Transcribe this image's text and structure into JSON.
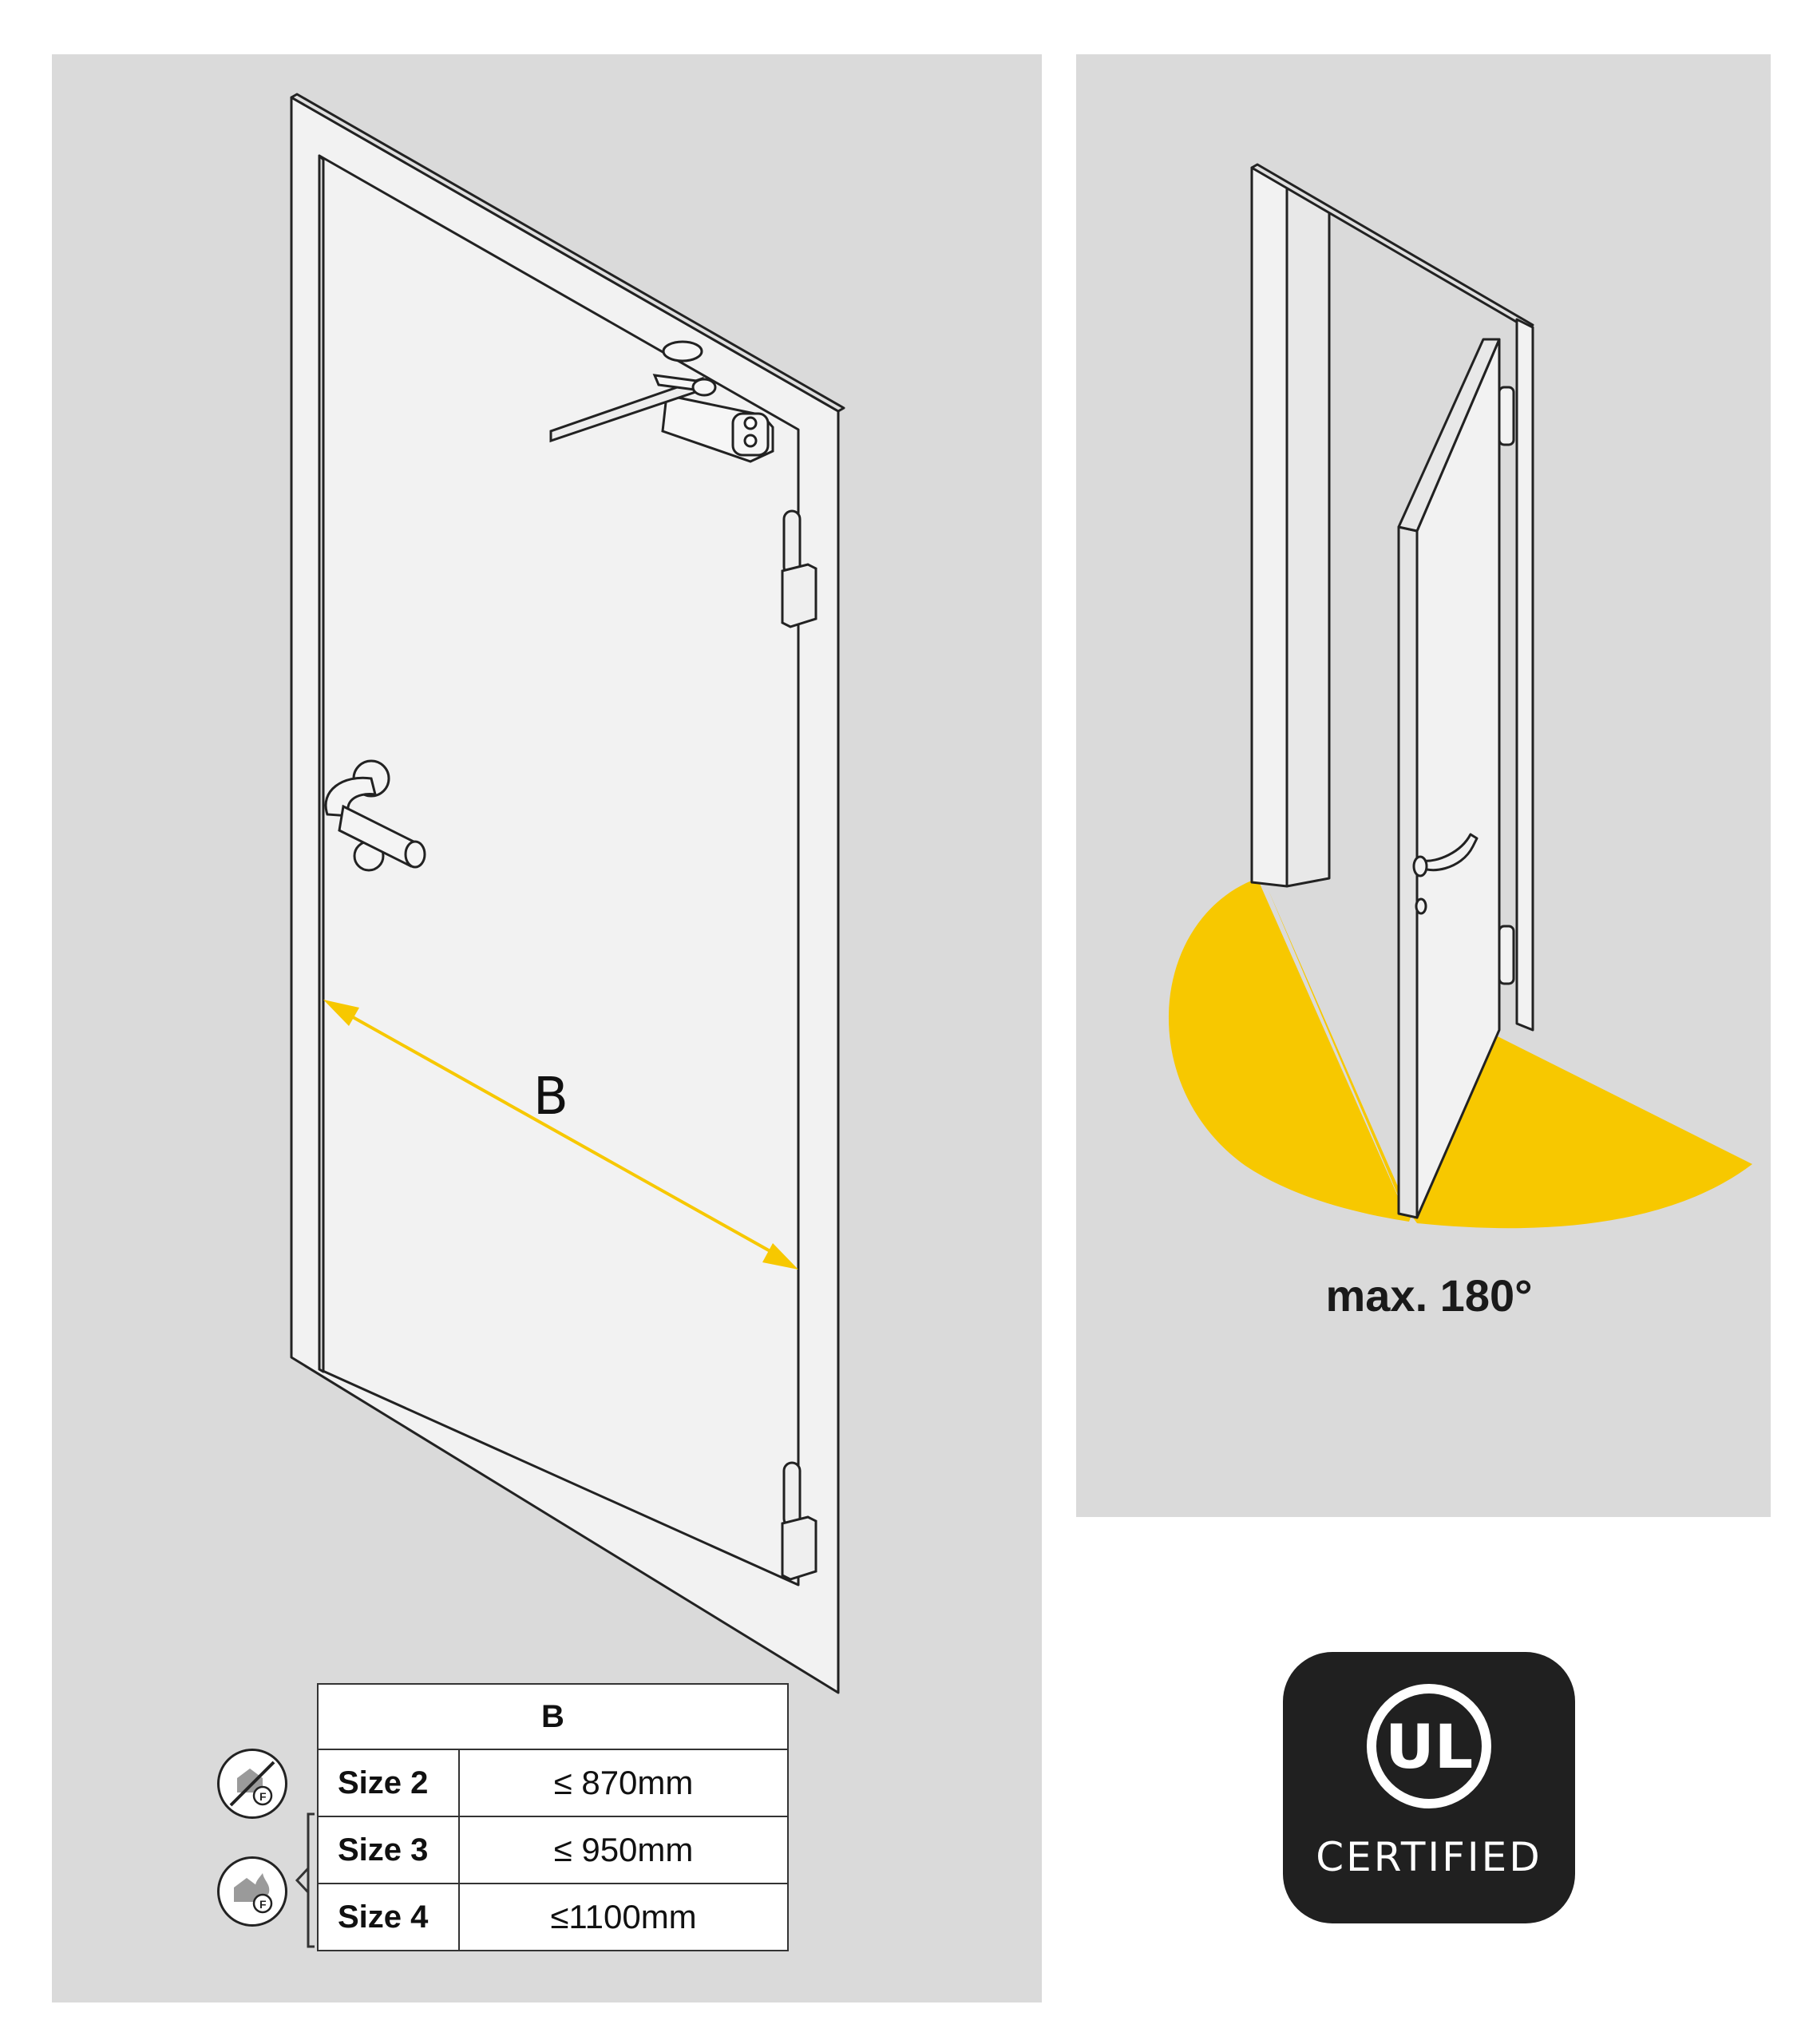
{
  "door_width_label": "B",
  "opening_angle_label": "max. 180°",
  "table": {
    "header": "B",
    "rows": [
      {
        "size": "Size 2",
        "value": "≤  870mm"
      },
      {
        "size": "Size 3",
        "value": "≤  950mm"
      },
      {
        "size": "Size 4",
        "value": "≤1100mm"
      }
    ]
  },
  "badge": {
    "logo_text": "UL",
    "label": "CERTIFIED"
  },
  "icons": {
    "size2": "no-fire-door-icon",
    "size3_4": "fire-door-icon"
  },
  "colors": {
    "panel_bg": "#dadada",
    "accent_yellow": "#f7c800",
    "badge_bg": "#202020"
  }
}
